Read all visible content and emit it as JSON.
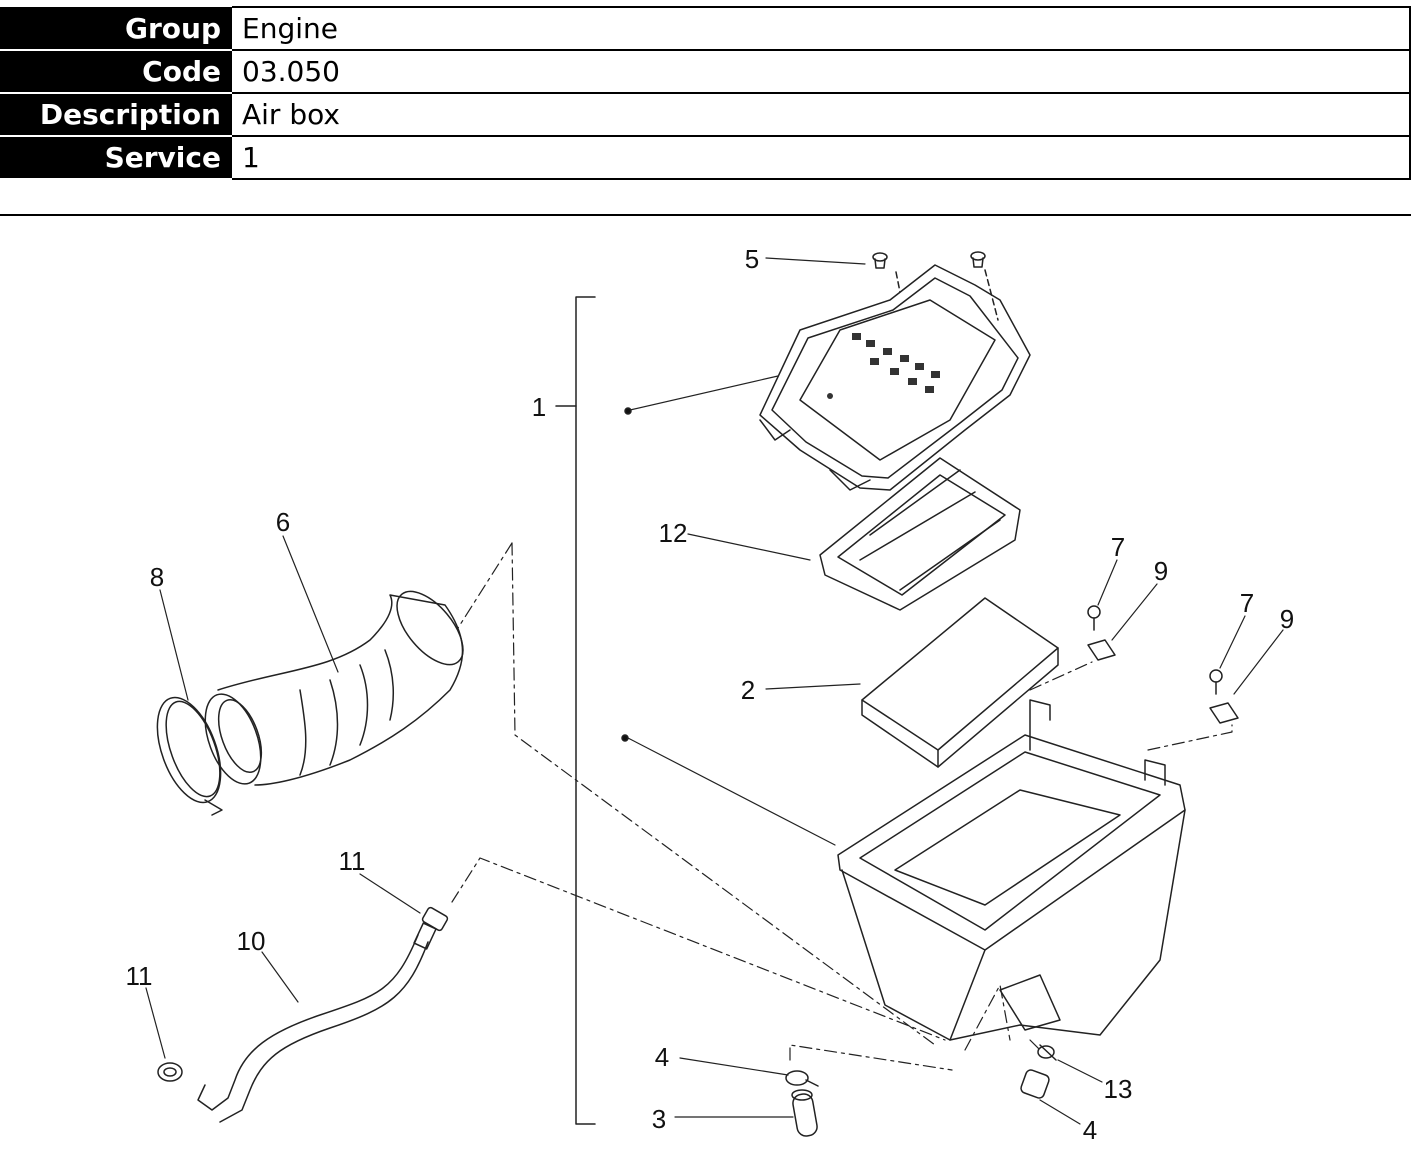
{
  "header": {
    "rows": [
      {
        "label": "Group",
        "value": "Engine"
      },
      {
        "label": "Code",
        "value": "03.050"
      },
      {
        "label": "Description",
        "value": "Air box"
      },
      {
        "label": "Service",
        "value": "1"
      }
    ]
  },
  "diagram": {
    "callouts": [
      "5",
      "1",
      "12",
      "2",
      "6",
      "8",
      "7",
      "9",
      "7",
      "9",
      "11",
      "10",
      "11",
      "4",
      "3",
      "13",
      "4"
    ]
  }
}
